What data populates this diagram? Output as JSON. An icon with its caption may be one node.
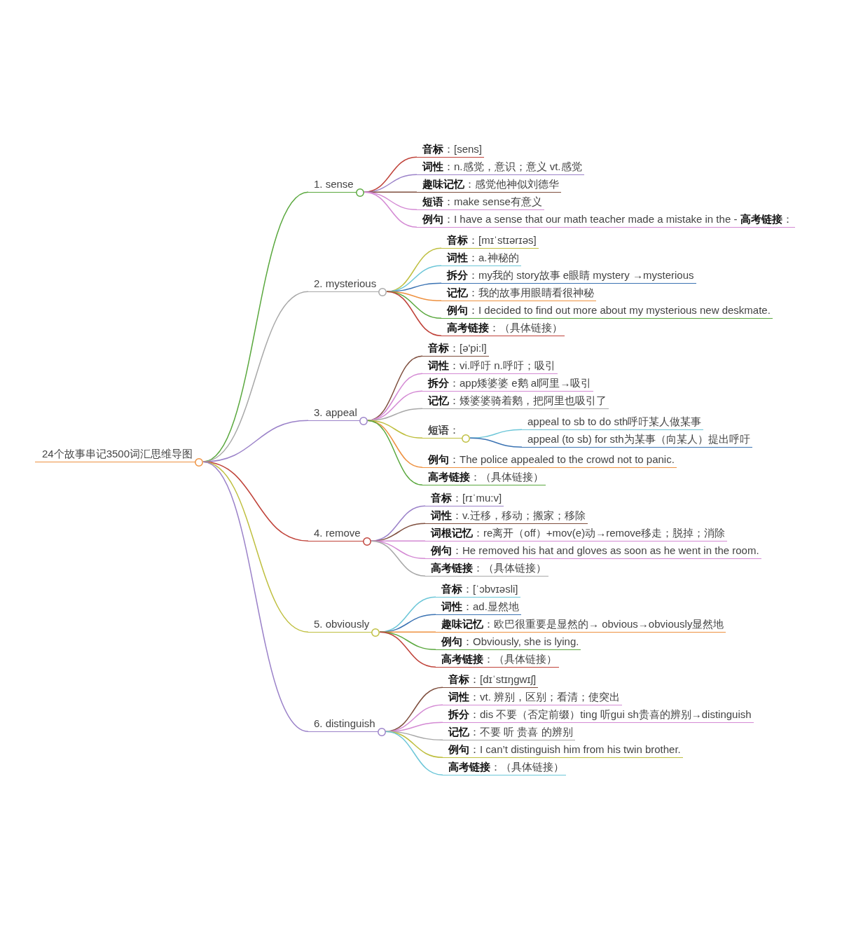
{
  "diagram": {
    "nodes": [
      {
        "text": [
          "24个故事串记3500词汇思维导图"
        ]
      },
      {
        "text": [
          "1. sense"
        ]
      },
      {
        "text": [
          "**音标**：[sens]"
        ]
      },
      {
        "text": [
          "**词性**：n.感觉，意识；意义 vt.感觉"
        ]
      },
      {
        "text": [
          "**趣味记忆**：感觉他神似刘德华"
        ]
      },
      {
        "text": [
          "**短语**：make sense有意义"
        ]
      },
      {
        "text": [
          "**例句**：I have a sense that our math teacher made a mistake in the - **高考链接**："
        ]
      },
      {
        "text": [
          "2. mysterious"
        ]
      },
      {
        "text": [
          "**音标**：[mɪˈstɪərɪəs]"
        ]
      },
      {
        "text": [
          "**词性**：a.神秘的"
        ]
      },
      {
        "text": [
          "**拆分**：my我的 story故事 e眼睛 mystery →mysterious"
        ]
      },
      {
        "text": [
          "**记忆**：我的故事用眼睛看很神秘"
        ]
      },
      {
        "text": [
          "**例句**：I decided to find out more about my mysterious new deskmate."
        ]
      },
      {
        "text": [
          "**高考链接**：（具体链接）"
        ]
      },
      {
        "text": [
          "3. appeal"
        ]
      },
      {
        "text": [
          "**音标**：[ə'pi:l]"
        ]
      },
      {
        "text": [
          "**词性**：vi.呼吁 n.呼吁；吸引"
        ]
      },
      {
        "text": [
          "**拆分**：app矮婆婆 e鹅 al阿里→吸引"
        ]
      },
      {
        "text": [
          "**记忆**：矮婆婆骑着鹅，把阿里也吸引了"
        ]
      },
      {
        "text": [
          "**短语**："
        ]
      },
      {
        "text": [
          "appeal to sb to do sth呼吁某人做某事"
        ]
      },
      {
        "text": [
          "appeal (to sb) for sth为某事（向某人）提出呼吁"
        ]
      },
      {
        "text": [
          "**例句**：The police appealed to the crowd not to panic."
        ]
      },
      {
        "text": [
          "**高考链接**：（具体链接）"
        ]
      },
      {
        "text": [
          "4. remove"
        ]
      },
      {
        "text": [
          "**音标**：[rɪˈmu:v]"
        ]
      },
      {
        "text": [
          "**词性**：v.迁移，移动；搬家；移除"
        ]
      },
      {
        "text": [
          "**词根记忆**：re离开（off）+mov(e)动→remove移走；脱掉；消除"
        ]
      },
      {
        "text": [
          "**例句**：He removed his hat and gloves as soon as he went in the room."
        ]
      },
      {
        "text": [
          "**高考链接**：（具体链接）"
        ]
      },
      {
        "text": [
          "5. obviously"
        ]
      },
      {
        "text": [
          "**音标**：[ˈɔbvɪəsli]"
        ]
      },
      {
        "text": [
          "**词性**：ad.显然地"
        ]
      },
      {
        "text": [
          "**趣味记忆**：欧巴很重要是显然的→ obvious→obviously显然地"
        ]
      },
      {
        "text": [
          "**例句**：Obviously, she is lying."
        ]
      },
      {
        "text": [
          "**高考链接**：（具体链接）"
        ]
      },
      {
        "text": [
          "6. distinguish"
        ]
      },
      {
        "text": [
          "**音标**：[dɪˈstɪŋgwɪʃ]"
        ]
      },
      {
        "text": [
          "**词性**：vt. 辨别，区别；看清；使突出"
        ]
      },
      {
        "text": [
          "**拆分**：dis 不要（否定前缀）ting 听gui sh贵喜的辨别→distinguish"
        ]
      },
      {
        "text": [
          "**记忆**：不要 听 贵喜 的辨别"
        ]
      },
      {
        "text": [
          "**例句**：I can’t distinguish him from his twin brother."
        ]
      },
      {
        "text": [
          "**高考链接**：（具体链接）"
        ]
      }
    ],
    "edges": [
      {
        "from": 0,
        "to": 1,
        "arrow": "none",
        "color": "#5aa83e"
      },
      {
        "from": 1,
        "to": 2,
        "arrow": "none",
        "color": "#c0433a"
      },
      {
        "from": 1,
        "to": 3,
        "arrow": "none",
        "color": "#9b82c9"
      },
      {
        "from": 1,
        "to": 4,
        "arrow": "none",
        "color": "#7f4f3e"
      },
      {
        "from": 1,
        "to": 5,
        "arrow": "none",
        "color": "#d48ad4"
      },
      {
        "from": 1,
        "to": 6,
        "arrow": "none",
        "color": "#d48ad4"
      },
      {
        "from": 0,
        "to": 7,
        "arrow": "none",
        "color": "#a8a8a8"
      },
      {
        "from": 7,
        "to": 8,
        "arrow": "none",
        "color": "#bfbf3f"
      },
      {
        "from": 7,
        "to": 9,
        "arrow": "none",
        "color": "#6cc6d8"
      },
      {
        "from": 7,
        "to": 10,
        "arrow": "none",
        "color": "#3b73b3"
      },
      {
        "from": 7,
        "to": 11,
        "arrow": "none",
        "color": "#ee9140"
      },
      {
        "from": 7,
        "to": 12,
        "arrow": "none",
        "color": "#5aa83e"
      },
      {
        "from": 7,
        "to": 13,
        "arrow": "none",
        "color": "#c0433a"
      },
      {
        "from": 0,
        "to": 14,
        "arrow": "none",
        "color": "#9b82c9"
      },
      {
        "from": 14,
        "to": 15,
        "arrow": "none",
        "color": "#7f4f3e"
      },
      {
        "from": 14,
        "to": 16,
        "arrow": "none",
        "color": "#d48ad4"
      },
      {
        "from": 14,
        "to": 17,
        "arrow": "none",
        "color": "#d48ad4"
      },
      {
        "from": 14,
        "to": 18,
        "arrow": "none",
        "color": "#a8a8a8"
      },
      {
        "from": 14,
        "to": 19,
        "arrow": "none",
        "color": "#bfbf3f"
      },
      {
        "from": 19,
        "to": 20,
        "arrow": "none",
        "color": "#6cc6d8"
      },
      {
        "from": 19,
        "to": 21,
        "arrow": "none",
        "color": "#3b73b3"
      },
      {
        "from": 14,
        "to": 22,
        "arrow": "none",
        "color": "#ee9140"
      },
      {
        "from": 14,
        "to": 23,
        "arrow": "none",
        "color": "#5aa83e"
      },
      {
        "from": 0,
        "to": 24,
        "arrow": "none",
        "color": "#c0433a"
      },
      {
        "from": 24,
        "to": 25,
        "arrow": "none",
        "color": "#9b82c9"
      },
      {
        "from": 24,
        "to": 26,
        "arrow": "none",
        "color": "#7f4f3e"
      },
      {
        "from": 24,
        "to": 27,
        "arrow": "none",
        "color": "#d48ad4"
      },
      {
        "from": 24,
        "to": 28,
        "arrow": "none",
        "color": "#d48ad4"
      },
      {
        "from": 24,
        "to": 29,
        "arrow": "none",
        "color": "#a8a8a8"
      },
      {
        "from": 0,
        "to": 30,
        "arrow": "none",
        "color": "#bfbf3f"
      },
      {
        "from": 30,
        "to": 31,
        "arrow": "none",
        "color": "#6cc6d8"
      },
      {
        "from": 30,
        "to": 32,
        "arrow": "none",
        "color": "#3b73b3"
      },
      {
        "from": 30,
        "to": 33,
        "arrow": "none",
        "color": "#ee9140"
      },
      {
        "from": 30,
        "to": 34,
        "arrow": "none",
        "color": "#5aa83e"
      },
      {
        "from": 30,
        "to": 35,
        "arrow": "none",
        "color": "#c0433a"
      },
      {
        "from": 0,
        "to": 36,
        "arrow": "none",
        "color": "#9b82c9"
      },
      {
        "from": 36,
        "to": 37,
        "arrow": "none",
        "color": "#7f4f3e"
      },
      {
        "from": 36,
        "to": 38,
        "arrow": "none",
        "color": "#d48ad4"
      },
      {
        "from": 36,
        "to": 39,
        "arrow": "none",
        "color": "#d48ad4"
      },
      {
        "from": 36,
        "to": 40,
        "arrow": "none",
        "color": "#a8a8a8"
      },
      {
        "from": 36,
        "to": 41,
        "arrow": "none",
        "color": "#bfbf3f"
      },
      {
        "from": 36,
        "to": 42,
        "arrow": "none",
        "color": "#6cc6d8"
      }
    ]
  }
}
